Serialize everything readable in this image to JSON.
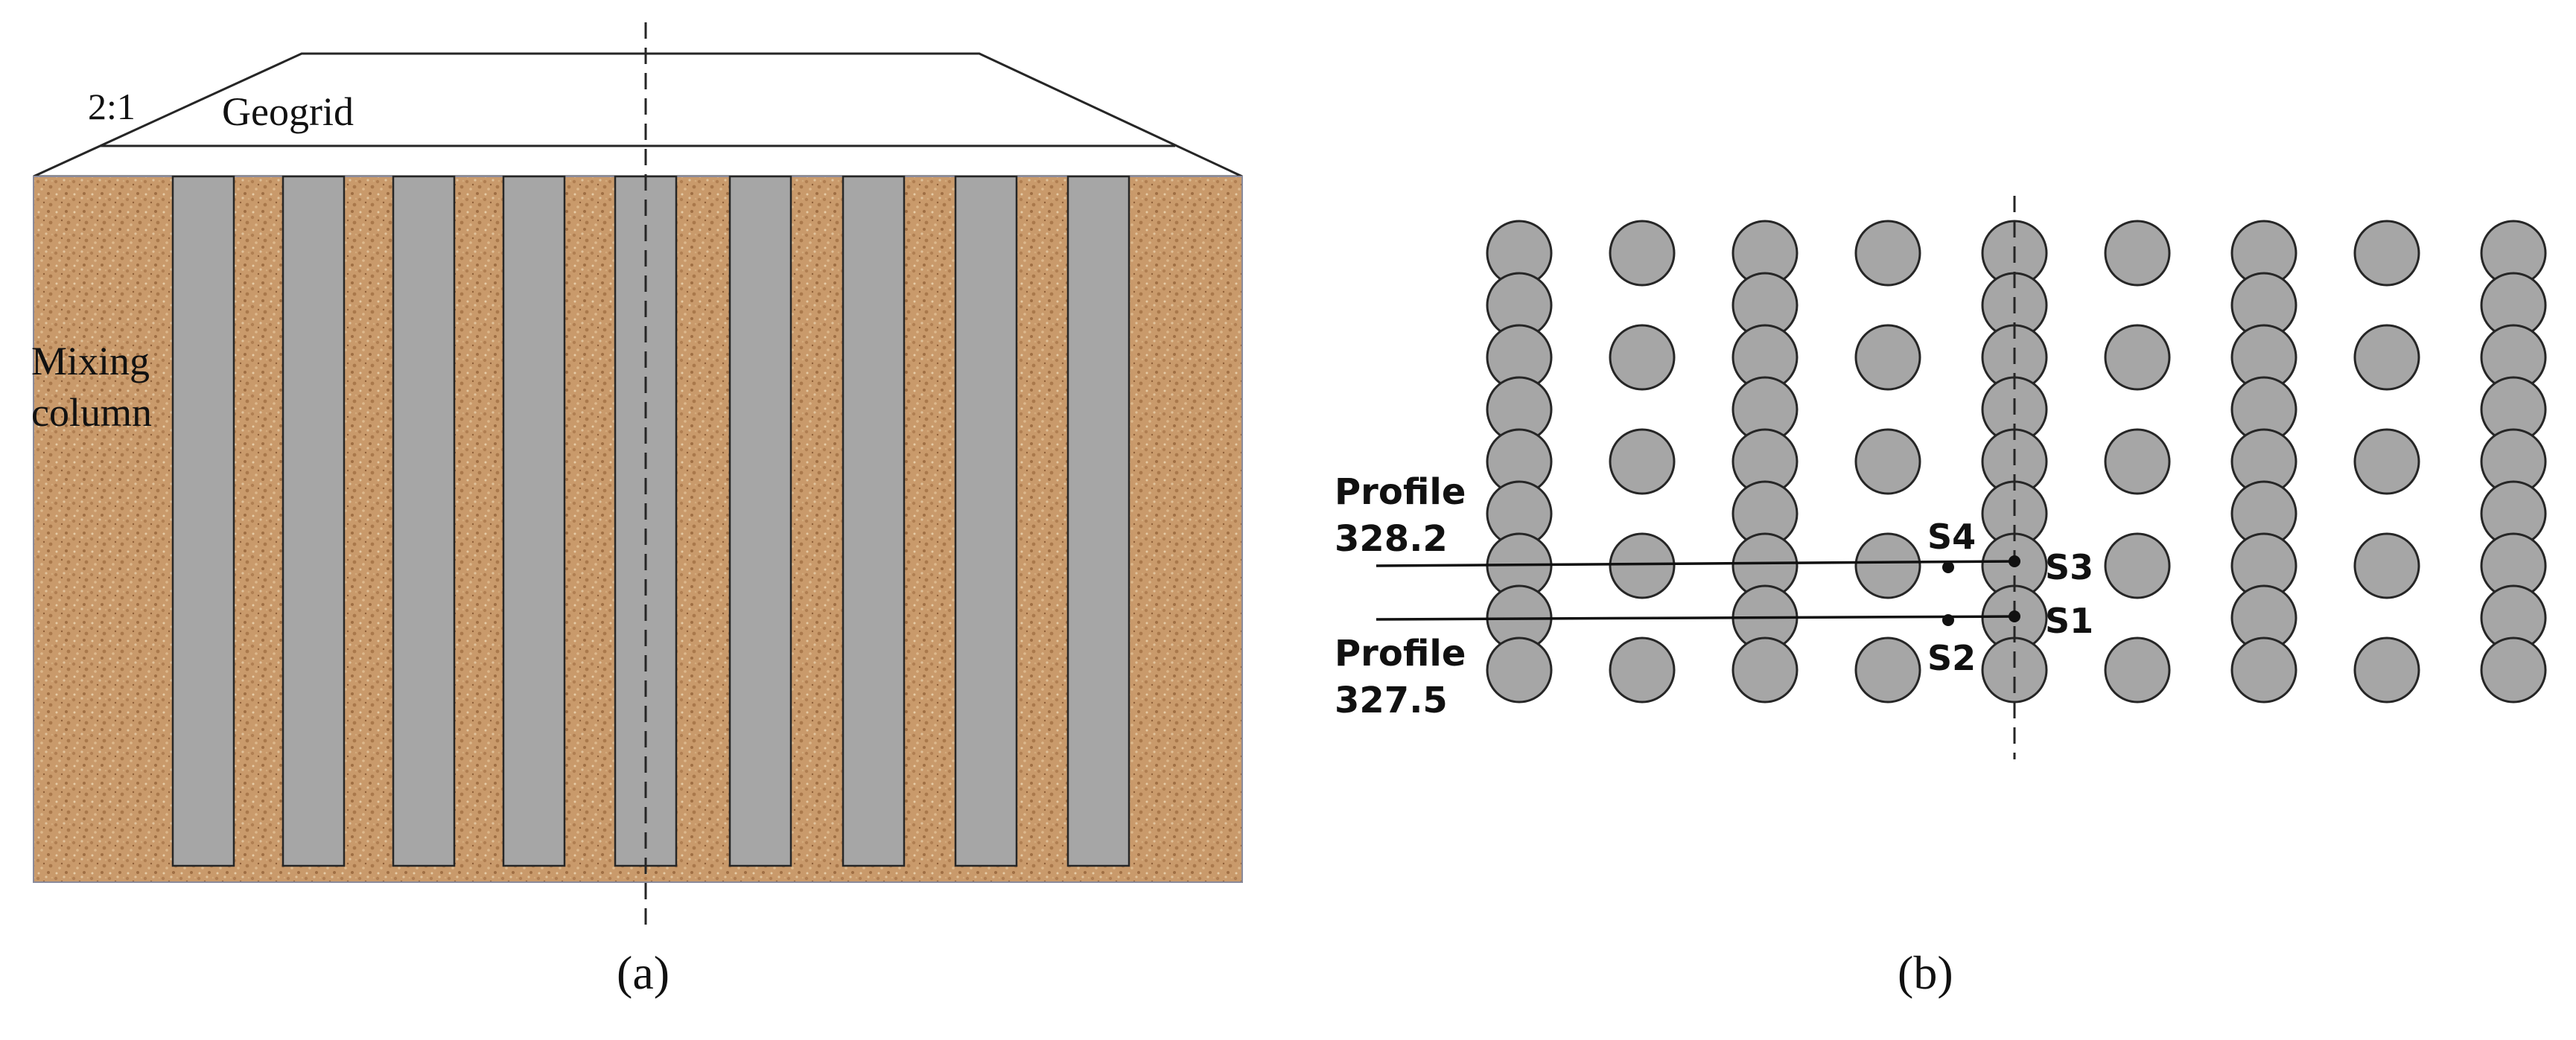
{
  "panel_a": {
    "slope_label": "2:1",
    "geogrid_label": "Geogrid",
    "column_label_line1": "Mixing",
    "column_label_line2": "column",
    "caption": "(a)",
    "column_count": 9
  },
  "panel_b": {
    "profile_upper_line1": "Profile",
    "profile_upper_line2": "328.2",
    "profile_lower_line1": "Profile",
    "profile_lower_line2": "327.5",
    "sensors": {
      "s1": "S1",
      "s2": "S2",
      "s3": "S3",
      "s4": "S4"
    },
    "caption": "(b)",
    "column_group_count": 9
  },
  "colors": {
    "soil": "#c99a6b",
    "column": "#a6a6a6",
    "outline": "#262626"
  }
}
